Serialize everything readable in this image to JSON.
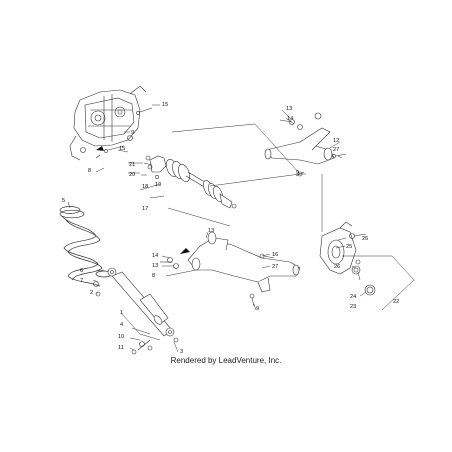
{
  "caption": "Rendered by LeadVenture, Inc.",
  "callouts": {
    "c15a": "15",
    "c9a": "9",
    "c15b": "15",
    "c8a": "8",
    "c21": "21",
    "c20": "20",
    "c18": "18",
    "c19": "19",
    "c17": "17",
    "c13a": "13",
    "c14a": "14",
    "c12": "12",
    "c27a": "27",
    "c9b": "9",
    "c5": "5",
    "c6": "6",
    "c7": "7",
    "c2": "2",
    "c14b": "14",
    "c13b": "13",
    "c8b": "8",
    "c13c": "13",
    "c16": "16",
    "c27b": "27",
    "c9c": "9",
    "c26a": "26",
    "c25": "25",
    "c26b": "26",
    "c24": "24",
    "c23": "23",
    "c22": "22",
    "c1": "1",
    "c4": "4",
    "c10": "10",
    "c11": "11",
    "c3": "3"
  }
}
